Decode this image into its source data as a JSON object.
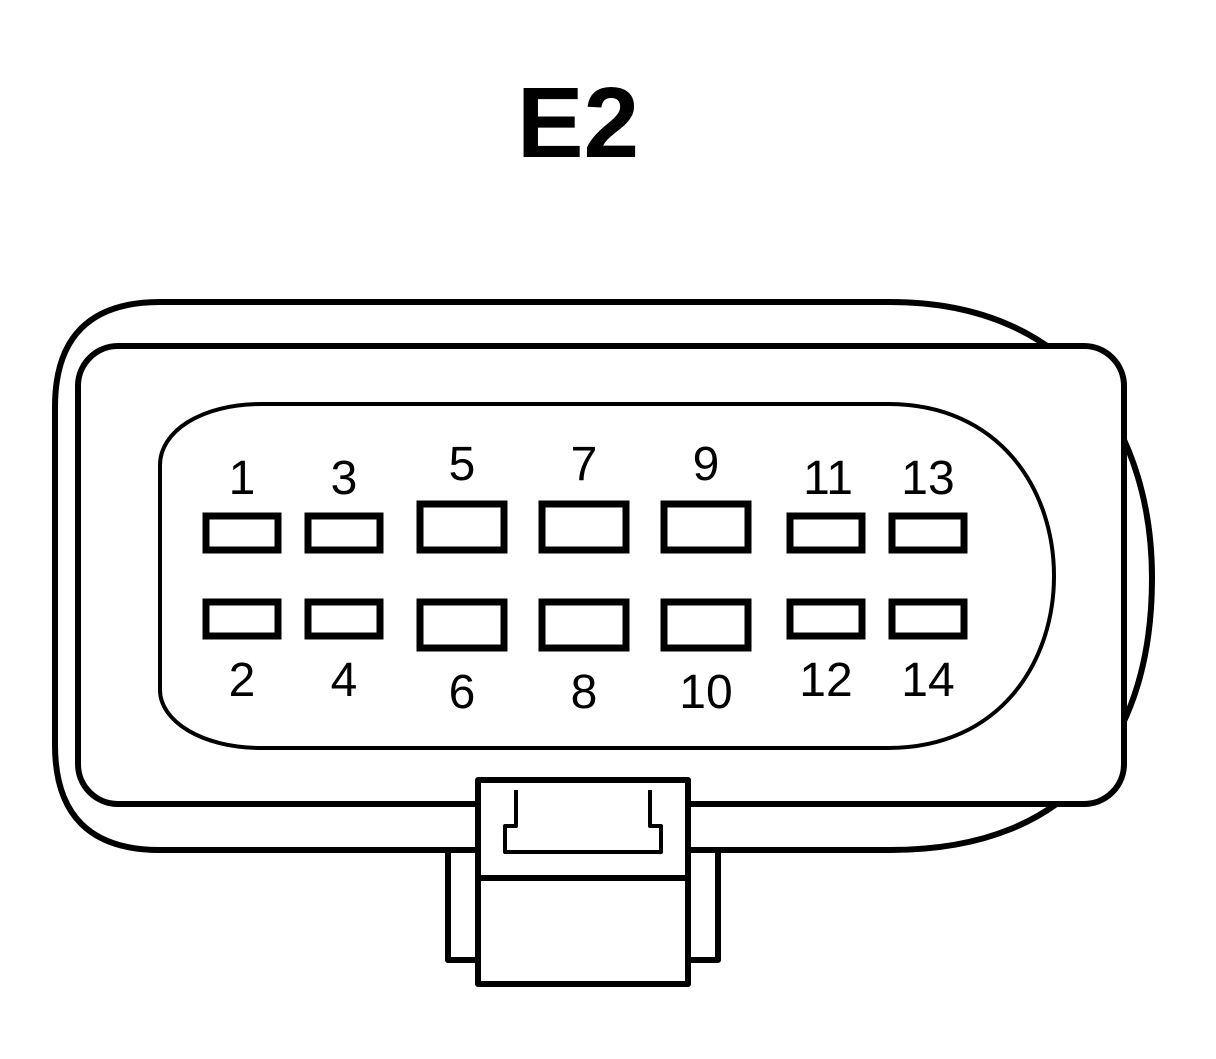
{
  "connector": {
    "title": "E2",
    "pins": {
      "top": [
        "1",
        "3",
        "5",
        "7",
        "9",
        "11",
        "13"
      ],
      "bottom": [
        "2",
        "4",
        "6",
        "8",
        "10",
        "12",
        "14"
      ]
    }
  },
  "colors": {
    "line": "#000000",
    "background": "#ffffff"
  }
}
